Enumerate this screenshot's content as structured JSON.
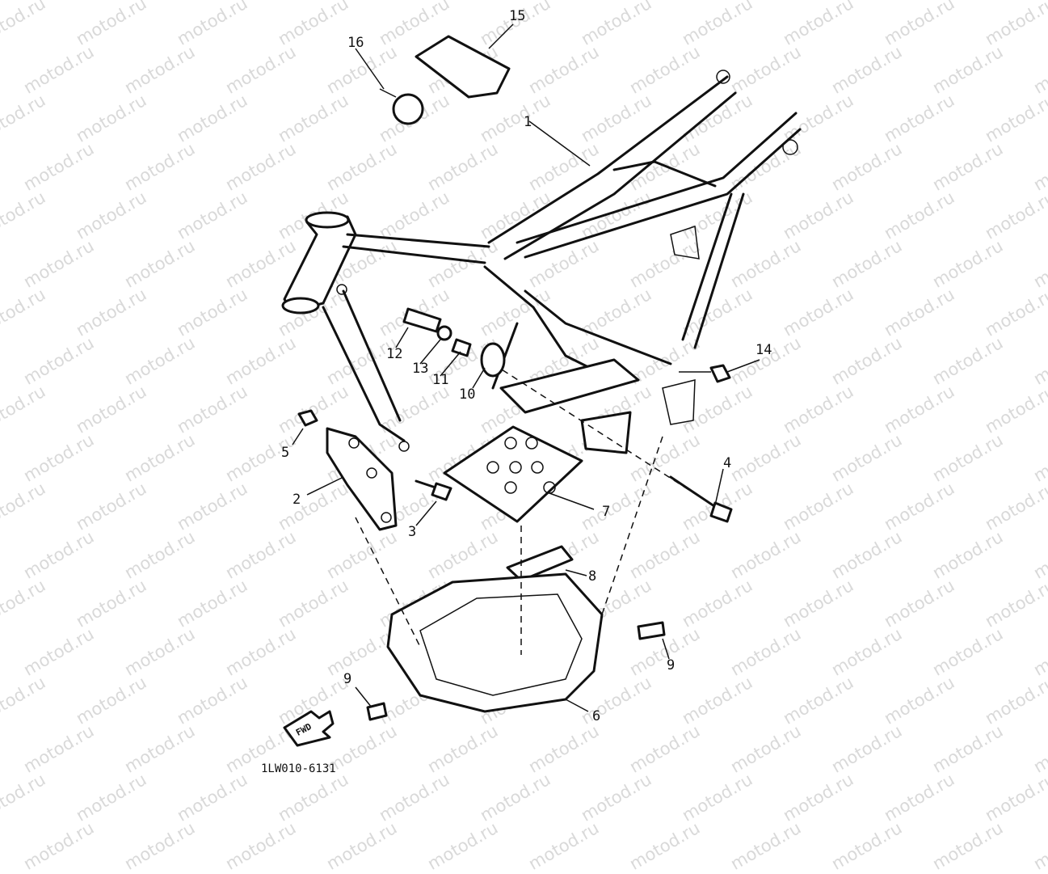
{
  "diagram": {
    "drawing_code": "1LW010-6131",
    "fwd_label": "FWD",
    "watermark": "motod.ru",
    "callouts": [
      "1",
      "2",
      "3",
      "4",
      "5",
      "6",
      "7",
      "8",
      "9",
      "9",
      "10",
      "11",
      "12",
      "13",
      "14",
      "15",
      "16"
    ]
  }
}
